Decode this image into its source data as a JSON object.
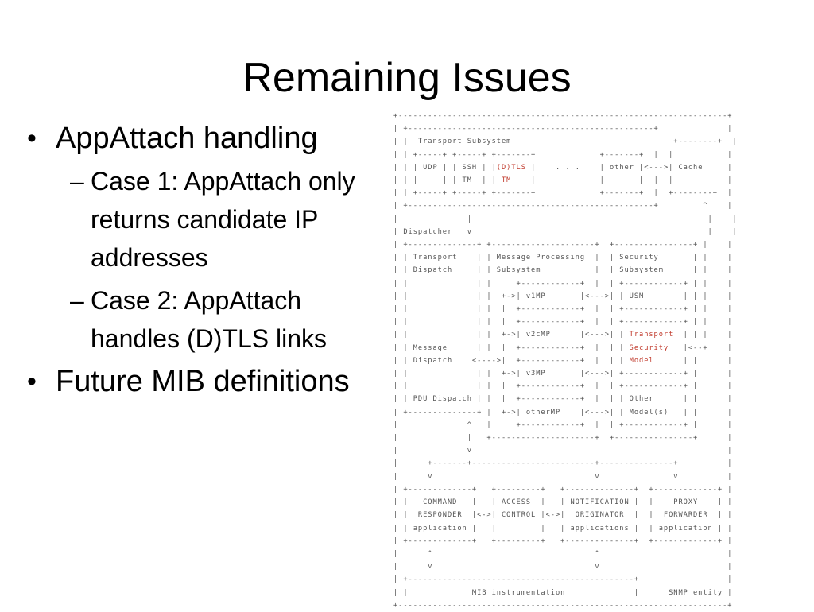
{
  "slide": {
    "title": "Remaining Issues",
    "bullets": [
      {
        "text": "AppAttach handling",
        "sub": [
          "Case 1: AppAttach only returns candidate IP addresses",
          "Case 2: AppAttach handles (D)TLS links"
        ]
      },
      {
        "text": "Future MIB definitions",
        "sub": []
      }
    ]
  },
  "diagram": {
    "lines": [
      "+-------------------------------------------------------------------+",
      "| +--------------------------------------------------+              |",
      "| |  Transport Subsystem                              |  +--------+  |",
      "| | +-----+ +-----+ +-------+             +-------+  |  |        |  |",
      "| | | UDP | | SSH | |(D)TLS |    . . .    | other |<--->| Cache  |  |",
      "| | |     | | TM  | | TM    |             |       |  |  |        |  |",
      "| | +-----+ +-----+ +-------+             +-------+  |  +--------+  |",
      "| +--------------------------------------------------+         ^    |",
      "|              |                                                |    |",
      "| Dispatcher   v                                                |    |",
      "| +--------------+ +---------------------+  +----------------+ |    |",
      "| | Transport    | | Message Processing  |  | Security       | |    |",
      "| | Dispatch     | | Subsystem           |  | Subsystem      | |    |",
      "| |              | |     +------------+  |  | +------------+ | |    |",
      "| |              | |  +->| v1MP       |<--->| | USM        | | |    |",
      "| |              | |  |  +------------+  |  | +------------+ | |    |",
      "| |              | |  |  +------------+  |  | +------------+ | |    |",
      "| |              | |  +->| v2cMP      |<--->| | Transport  | | |    |",
      "| | Message      | |  |  +------------+  |  | | Security   |<--+    |",
      "| | Dispatch    <---->|  +------------+  |  | | Model      | |      |",
      "| |              | |  +->| v3MP       |<--->| +------------+ |      |",
      "| |              | |  |  +------------+  |  | +------------+ |      |",
      "| | PDU Dispatch | |  |  +------------+  |  | | Other      | |      |",
      "| +--------------+ |  +->| otherMP    |<--->| | Model(s)   | |      |",
      "|              ^   |     +------------+  |  | +------------+ |      |",
      "|              |   +---------------------+  +----------------+      |",
      "|              v                                                    |",
      "|      +-------+-------------------------+---------------+          |",
      "|      v                                 v               v          |",
      "| +-------------+   +---------+   +--------------+  +-------------+ |",
      "| |   COMMAND   |   | ACCESS  |   | NOTIFICATION |  |    PROXY    | |",
      "| |  RESPONDER  |<->| CONTROL |<->|  ORIGINATOR  |  |  FORWARDER  | |",
      "| | application |   |         |   | applications |  | application | |",
      "| +-------------+   +---------+   +--------------+  +-------------+ |",
      "|      ^                                 ^                          |",
      "|      v                                 v                          |",
      "| +----------------------------------------------+                  |",
      "| |             MIB instrumentation              |      SNMP entity |",
      "+-------------------------------------------------------------------+"
    ],
    "highlights": [
      "(D)TLS",
      "TM",
      "Transport",
      "Security",
      "Model"
    ],
    "highlight_color": "#c0392b"
  }
}
